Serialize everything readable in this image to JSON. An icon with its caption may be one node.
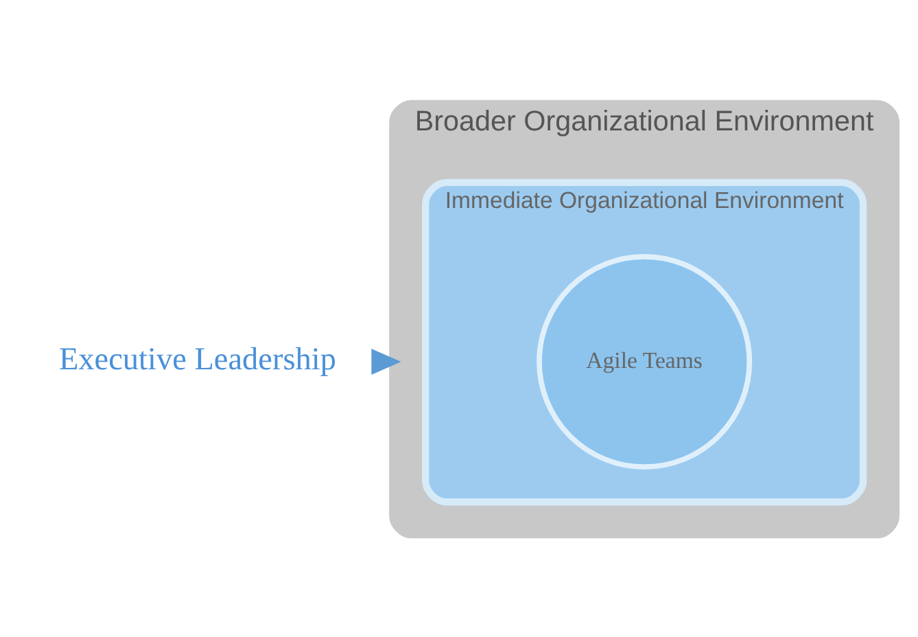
{
  "diagram": {
    "nodes": [
      {
        "text": [
          "Executive Leadership"
        ]
      },
      {
        "text": [
          "Broader Organizational Environment"
        ]
      },
      {
        "text": [
          "Immediate Organizational Environment"
        ],
        "in": 1
      },
      {
        "text": [
          "Agile Teams"
        ],
        "in": 2
      }
    ],
    "edges": [
      {
        "from": 0,
        "to": 1,
        "arrow": "to",
        "color": "#5b9bd5",
        "style": "thick"
      }
    ]
  }
}
